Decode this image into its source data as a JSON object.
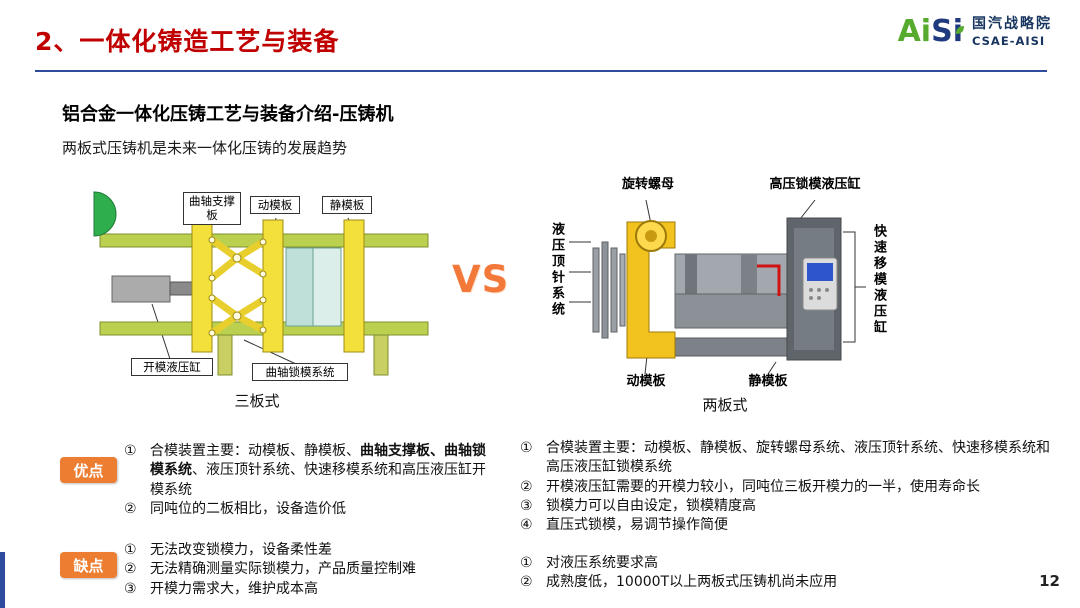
{
  "slide": {
    "title": "2、一体化铸造工艺与装备",
    "page_number": "12"
  },
  "logo": {
    "brand_a": "A",
    "brand_i1": "i",
    "brand_s": "S",
    "brand_i2": "i",
    "org_name": "国汽战略院",
    "org_abbr": "CSAE-AISI"
  },
  "intro": {
    "heading": "铝合金一体化压铸工艺与装备介绍-压铸机",
    "subtitle": "两板式压铸机是未来一体化压铸的发展趋势",
    "vs_label": "VS"
  },
  "three_plate": {
    "caption": "三板式",
    "labels": {
      "crank_support_plate": "曲轴支撑板",
      "moving_platen": "动模板",
      "static_platen": "静模板",
      "mold_open_cylinder": "开模液压缸",
      "crank_lock_system": "曲轴锁模系统"
    }
  },
  "two_plate": {
    "caption": "两板式",
    "labels": {
      "rotating_nut": "旋转螺母",
      "hp_lock_cylinder": "高压锁模液压缸",
      "ejector_system": "液压顶针系统",
      "fast_move_cylinder": "快速移模液压缸",
      "moving_platen": "动模板",
      "static_platen": "静模板"
    }
  },
  "pros": {
    "badge": "优点",
    "left_item1": {
      "num": "①",
      "pre": "合模装置主要：动模板、静模板、",
      "bold": "曲轴支撑板、曲轴锁模系统",
      "post": "、液压顶针系统、快速移模系统和高压液压缸开模系统"
    },
    "left_item2": {
      "num": "②",
      "text": "同吨位的二板相比，设备造价低"
    },
    "right": [
      {
        "num": "①",
        "text": "合模装置主要：动模板、静模板、旋转螺母系统、液压顶针系统、快速移模系统和高压液压缸锁模系统"
      },
      {
        "num": "②",
        "text": "开模液压缸需要的开模力较小，同吨位三板开模力的一半，使用寿命长"
      },
      {
        "num": "③",
        "text": "锁模力可以自由设定，锁模精度高"
      },
      {
        "num": "④",
        "text": "直压式锁模，易调节操作简便"
      }
    ]
  },
  "cons": {
    "badge": "缺点",
    "left": [
      {
        "num": "①",
        "text": "无法改变锁模力，设备柔性差"
      },
      {
        "num": "②",
        "text": "无法精确测量实际锁模力，产品质量控制难"
      },
      {
        "num": "③",
        "text": "开模力需求大，维护成本高"
      }
    ],
    "right": [
      {
        "num": "①",
        "text": "对液压系统要求高"
      },
      {
        "num": "②",
        "text": "成熟度低，10000T以上两板式压铸机尚未应用"
      }
    ]
  },
  "colors": {
    "title_red": "#c00000",
    "rule_blue": "#2e4b9e",
    "badge_orange": "#ed7d31",
    "vs_orange": "#f2793a"
  }
}
